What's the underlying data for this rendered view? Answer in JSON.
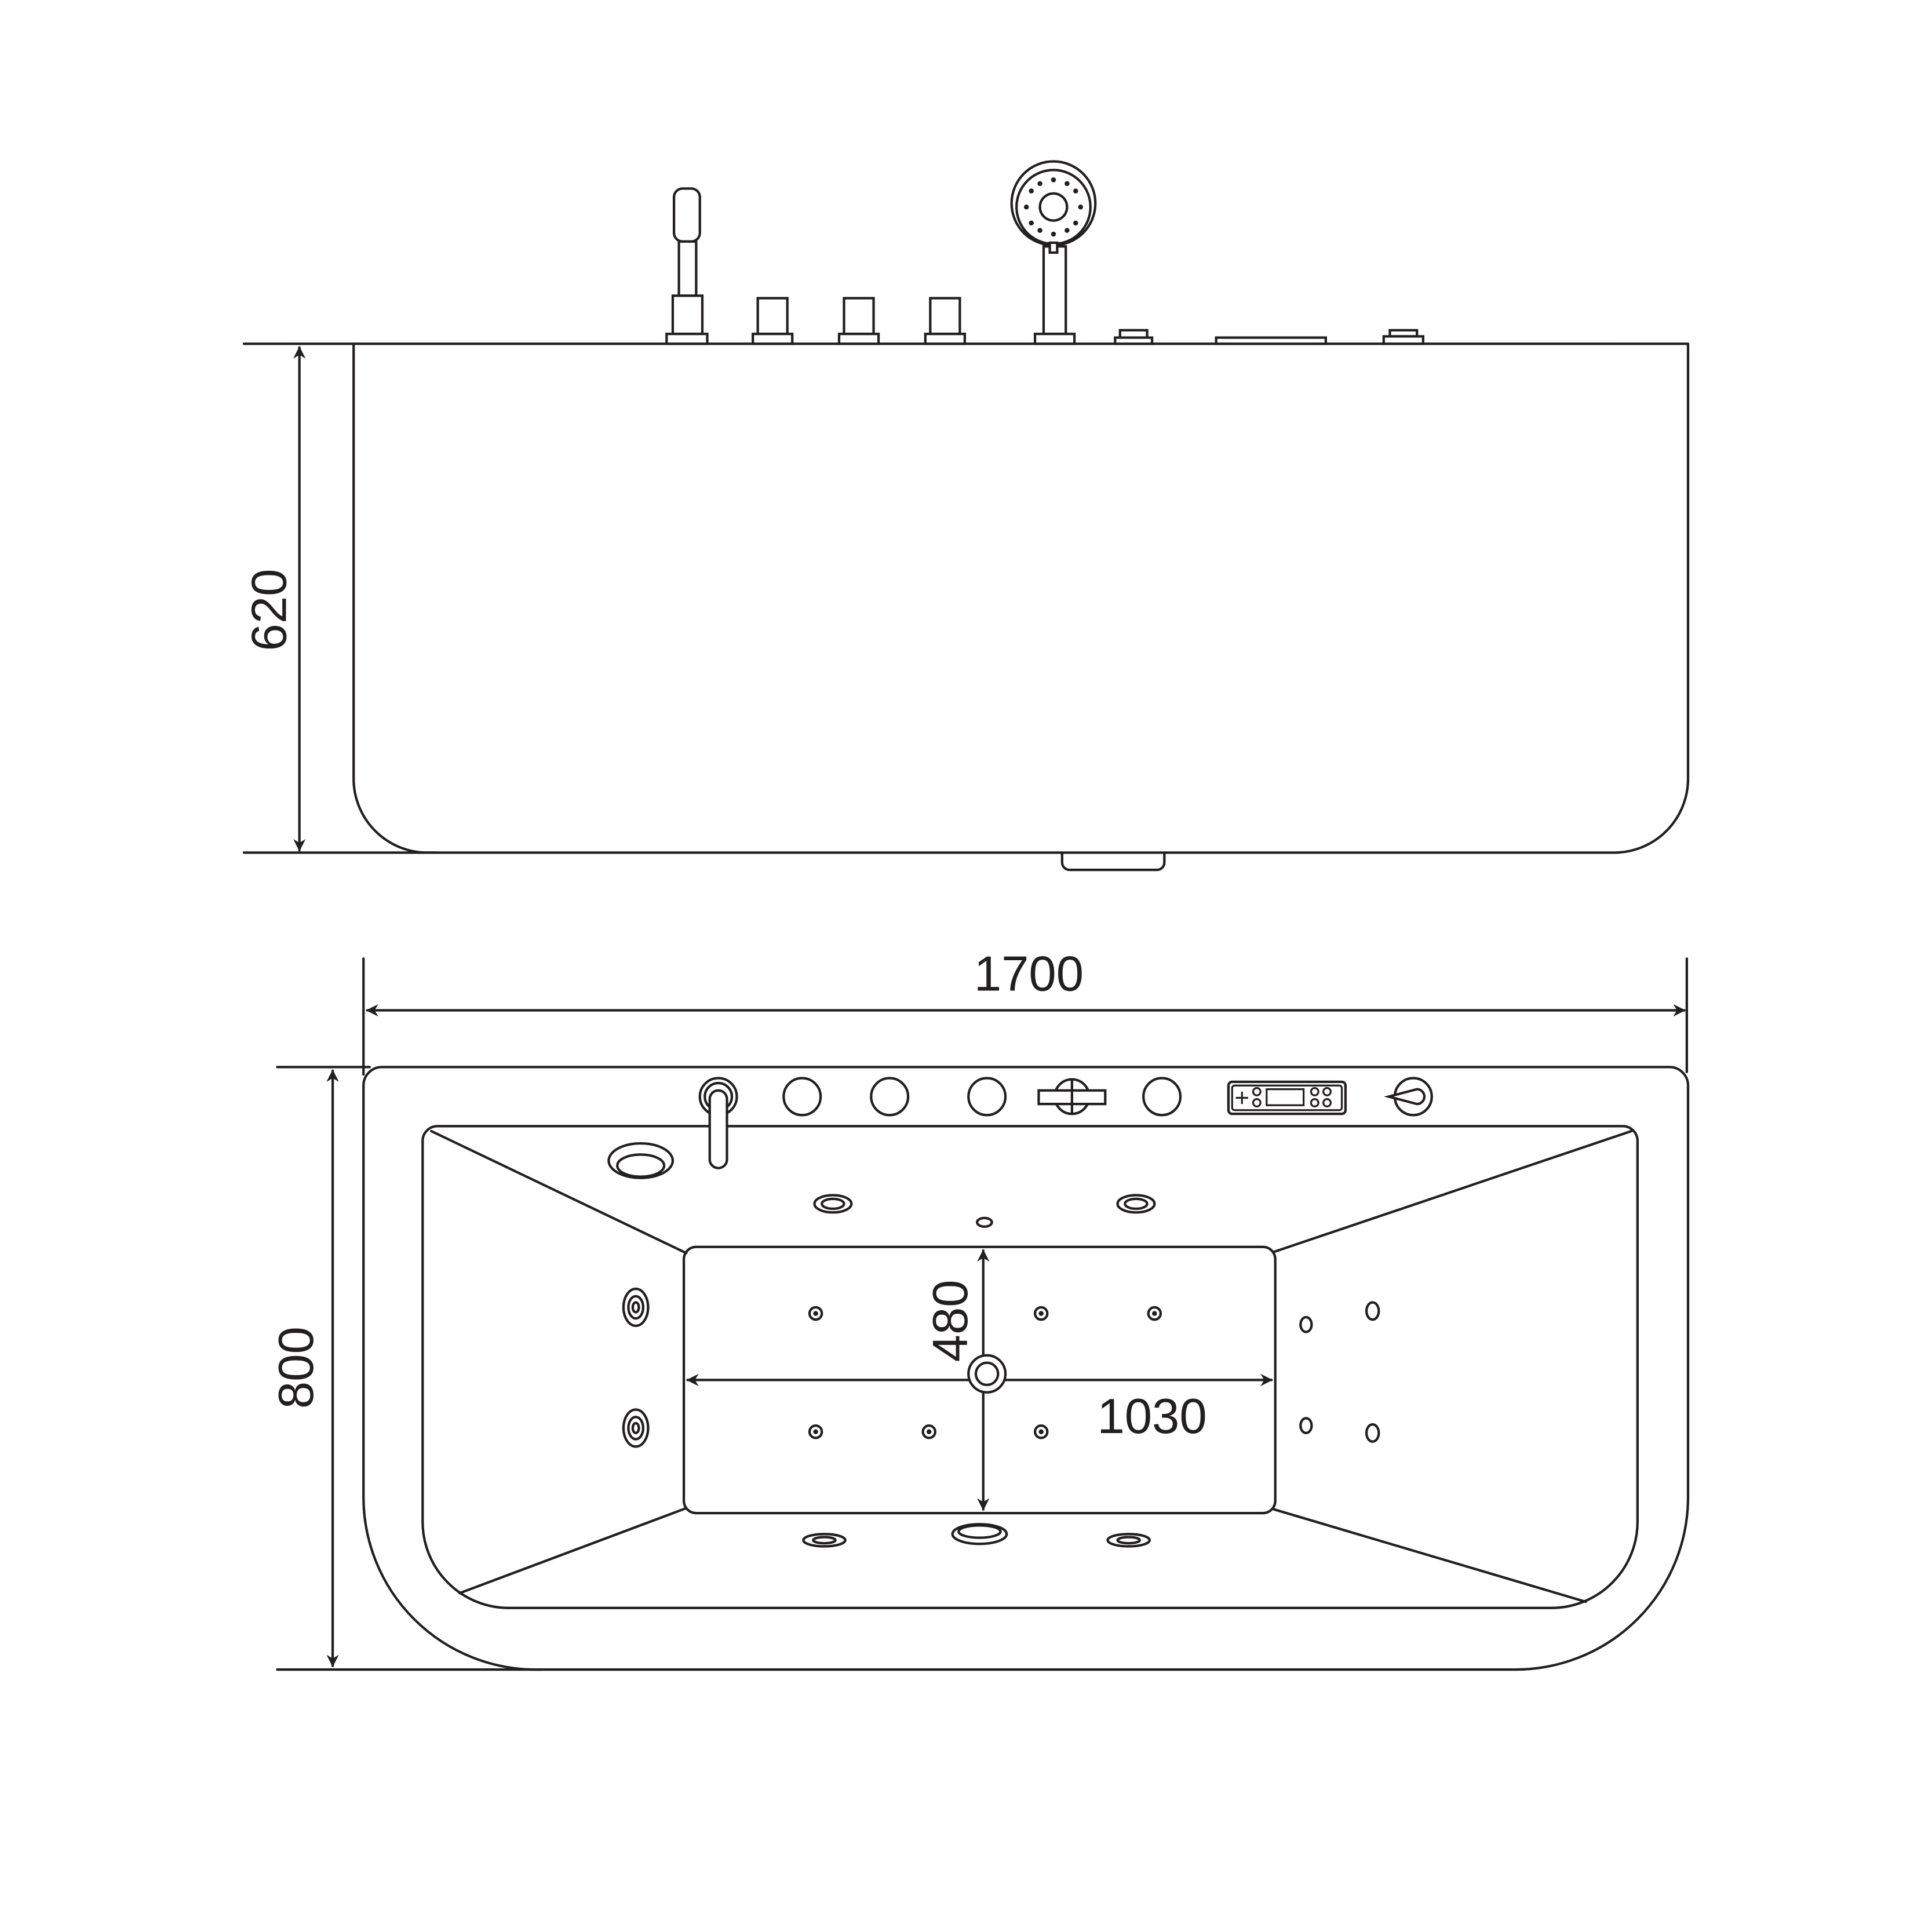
{
  "diagram": {
    "side_view": {
      "height_label": "620"
    },
    "top_view": {
      "length_label": "1700",
      "width_label": "800",
      "floor_width_label": "480",
      "floor_length_label": "1030"
    },
    "colors": {
      "line": "#231f20",
      "background": "#ffffff"
    }
  }
}
